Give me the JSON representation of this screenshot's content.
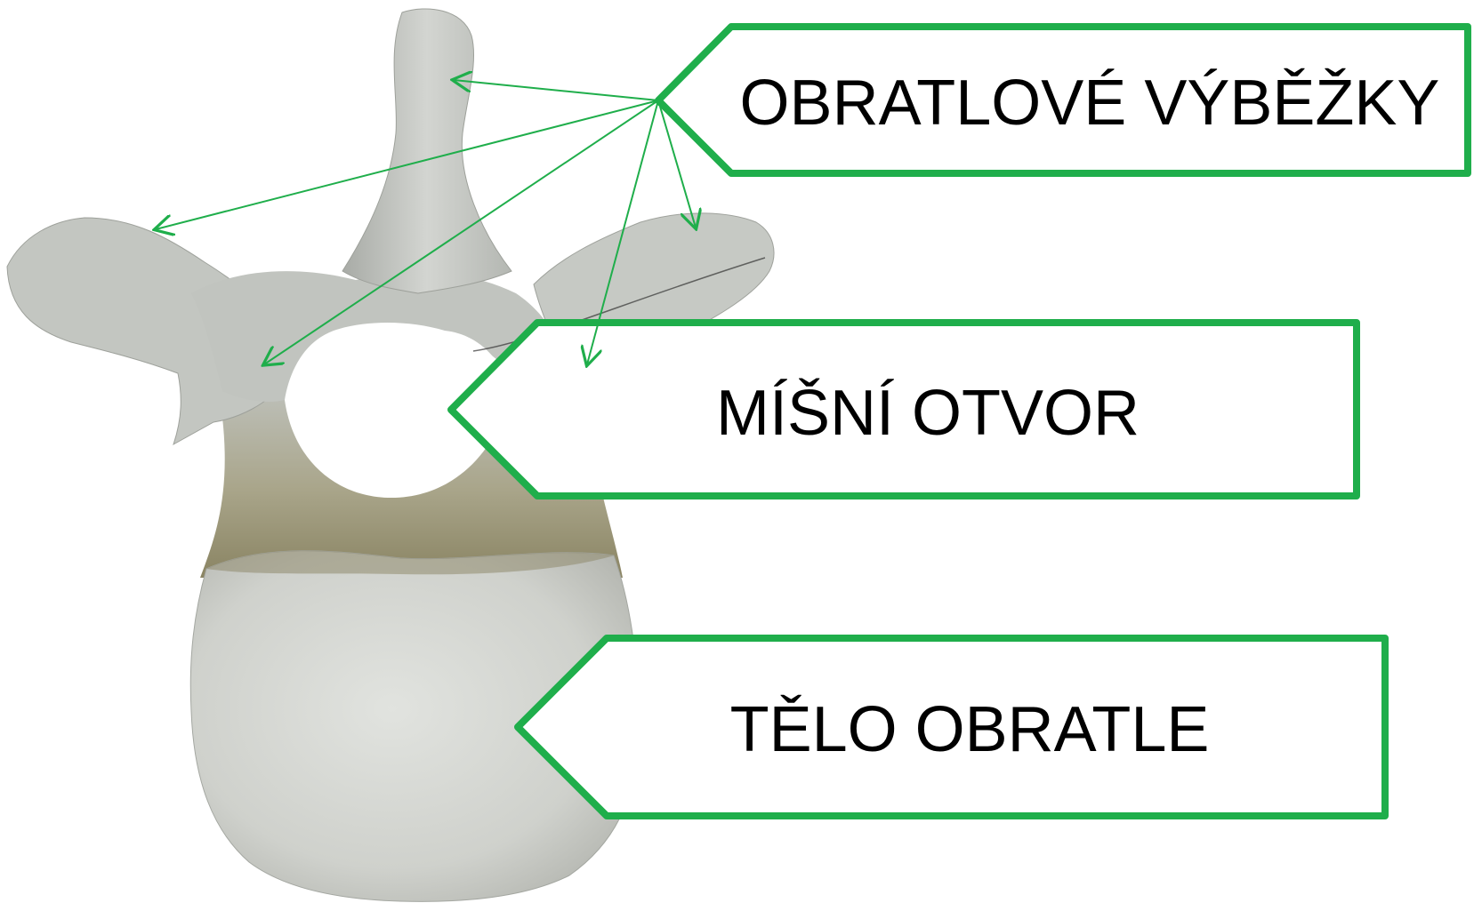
{
  "colors": {
    "callout_border": "#1fae4b",
    "leader_line": "#1fae4b",
    "bone_light": "#c9ccc8",
    "bone_shadow": "#8e8b6e",
    "body_surface": "#d7d9d5"
  },
  "labels": {
    "processes": "OBRATLOVÉ VÝBĚŽKY",
    "foramen": "MÍŠNÍ OTVOR",
    "body": "TĚLO OBRATLE"
  },
  "image": {
    "subject": "lumbar vertebra"
  }
}
